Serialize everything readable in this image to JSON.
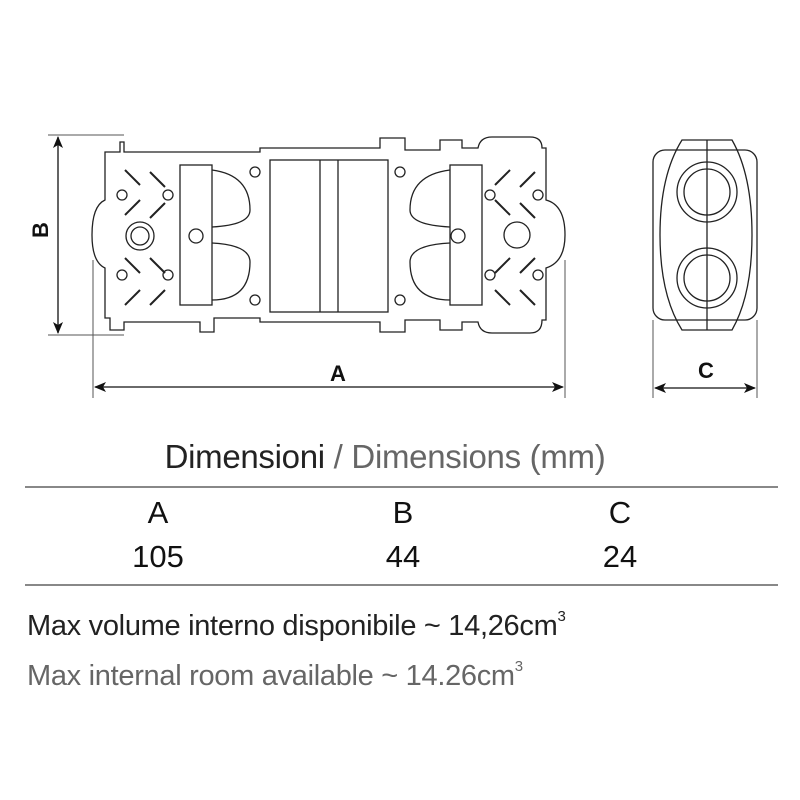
{
  "drawing": {
    "labels": {
      "a": "A",
      "b": "B",
      "c": "C"
    }
  },
  "title": {
    "it": "Dimensioni",
    "separator": " / ",
    "en": "Dimensions (mm)"
  },
  "table": {
    "headers": [
      "A",
      "B",
      "C"
    ],
    "values": [
      "105",
      "44",
      "24"
    ]
  },
  "volume": {
    "it_text": "Max volume interno disponibile ~ 14,26cm",
    "en_text": "Max internal room available ~ 14.26cm",
    "exponent": "3"
  },
  "colors": {
    "primary_text": "#222222",
    "secondary_text": "#666666"
  }
}
